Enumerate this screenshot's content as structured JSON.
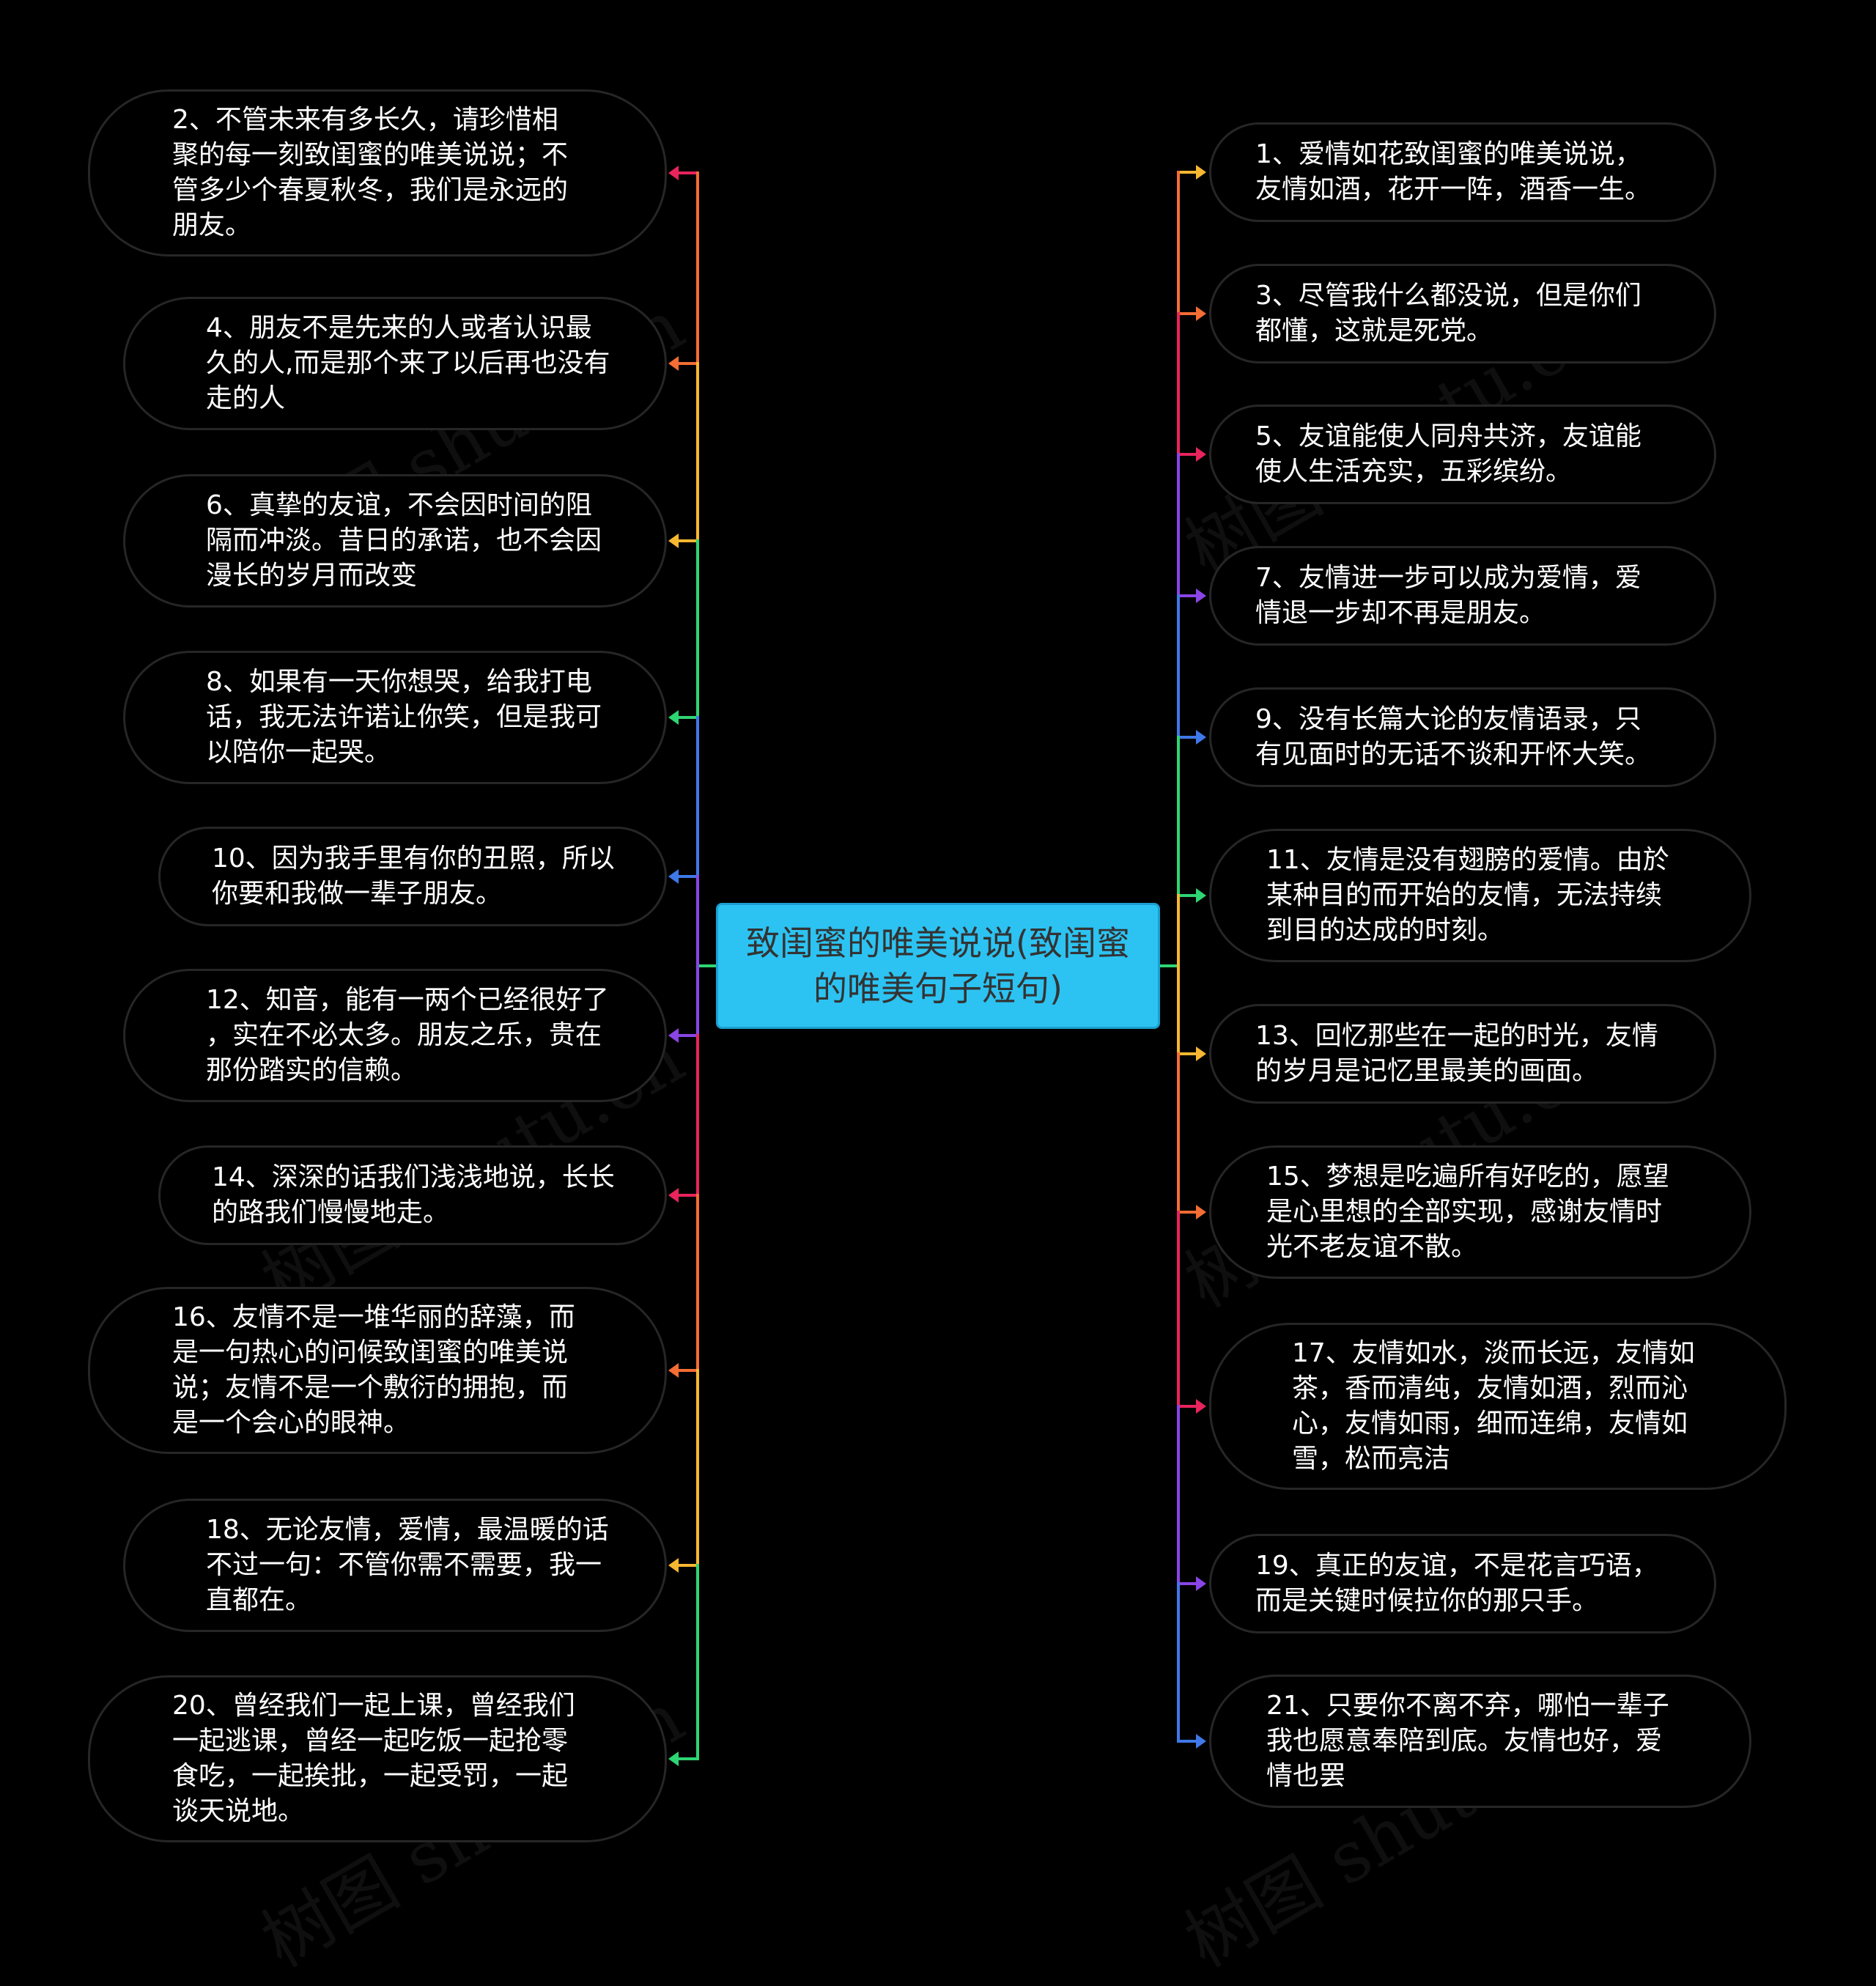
{
  "root": {
    "label": "致闺蜜的唯美说说(致闺蜜\n的唯美句子短句)"
  },
  "watermark": "树图 shutu.cn",
  "colors": {
    "background": "#000000",
    "root_fill": "#2cc3f2",
    "node_border": "#262626",
    "text": "#ffffff",
    "branch_palette": [
      "#f7b731",
      "#f46d34",
      "#e8245c",
      "#8a45e6",
      "#3f78e8",
      "#2ed573"
    ]
  },
  "left_items": [
    {
      "id": 2,
      "text": "2、不管未来有多长久，请珍惜相\n聚的每一刻致闺蜜的唯美说说；不\n管多少个春夏秋冬，我们是永远的\n朋友。",
      "color": "#e8245c"
    },
    {
      "id": 4,
      "text": "4、朋友不是先来的人或者认识最\n久的人,而是那个来了以后再也没有\n走的人",
      "color": "#f46d34"
    },
    {
      "id": 6,
      "text": "6、真挚的友谊，不会因时间的阻\n隔而冲淡。昔日的承诺，也不会因\n漫长的岁月而改变",
      "color": "#f7b731"
    },
    {
      "id": 8,
      "text": "8、如果有一天你想哭，给我打电\n话，我无法许诺让你笑，但是我可\n以陪你一起哭。",
      "color": "#2ed573"
    },
    {
      "id": 10,
      "text": "10、因为我手里有你的丑照，所以\n你要和我做一辈子朋友。",
      "color": "#3f78e8"
    },
    {
      "id": 12,
      "text": "12、知音，能有一两个已经很好了\n，实在不必太多。朋友之乐，贵在\n那份踏实的信赖。",
      "color": "#8a45e6"
    },
    {
      "id": 14,
      "text": "14、深深的话我们浅浅地说，长长\n的路我们慢慢地走。",
      "color": "#e8245c"
    },
    {
      "id": 16,
      "text": "16、友情不是一堆华丽的辞藻，而\n是一句热心的问候致闺蜜的唯美说\n说；友情不是一个敷衍的拥抱，而\n是一个会心的眼神。",
      "color": "#f46d34"
    },
    {
      "id": 18,
      "text": "18、无论友情，爱情，最温暖的话\n不过一句：不管你需不需要，我一\n直都在。",
      "color": "#f7b731"
    },
    {
      "id": 20,
      "text": "20、曾经我们一起上课，曾经我们\n一起逃课，曾经一起吃饭一起抢零\n食吃，一起挨批，一起受罚，一起\n谈天说地。",
      "color": "#2ed573"
    }
  ],
  "right_items": [
    {
      "id": 1,
      "text": "1、爱情如花致闺蜜的唯美说说，\n友情如酒，花开一阵，酒香一生。",
      "color": "#f7b731"
    },
    {
      "id": 3,
      "text": "3、尽管我什么都没说，但是你们\n都懂，这就是死党。",
      "color": "#f46d34"
    },
    {
      "id": 5,
      "text": "5、友谊能使人同舟共济，友谊能\n使人生活充实，五彩缤纷。",
      "color": "#e8245c"
    },
    {
      "id": 7,
      "text": "7、友情进一步可以成为爱情，爱\n情退一步却不再是朋友。",
      "color": "#8a45e6"
    },
    {
      "id": 9,
      "text": "9、没有长篇大论的友情语录，只\n有见面时的无话不谈和开怀大笑。",
      "color": "#3f78e8"
    },
    {
      "id": 11,
      "text": "11、友情是没有翅膀的爱情。由於\n某种目的而开始的友情，无法持续\n到目的达成的时刻。",
      "color": "#2ed573"
    },
    {
      "id": 13,
      "text": "13、回忆那些在一起的时光，友情\n的岁月是记忆里最美的画面。",
      "color": "#f7b731"
    },
    {
      "id": 15,
      "text": "15、梦想是吃遍所有好吃的，愿望\n是心里想的全部实现，感谢友情时\n光不老友谊不散。",
      "color": "#f46d34"
    },
    {
      "id": 17,
      "text": "17、友情如水，淡而长远，友情如\n茶，香而清纯，友情如酒，烈而沁\n心，友情如雨，细而连绵，友情如\n雪，松而亮洁",
      "color": "#e8245c"
    },
    {
      "id": 19,
      "text": "19、真正的友谊，不是花言巧语，\n而是关键时候拉你的那只手。",
      "color": "#8a45e6"
    },
    {
      "id": 21,
      "text": "21、只要你不离不弃，哪怕一辈子\n我也愿意奉陪到底。友情也好，爱\n情也罢",
      "color": "#3f78e8"
    }
  ]
}
